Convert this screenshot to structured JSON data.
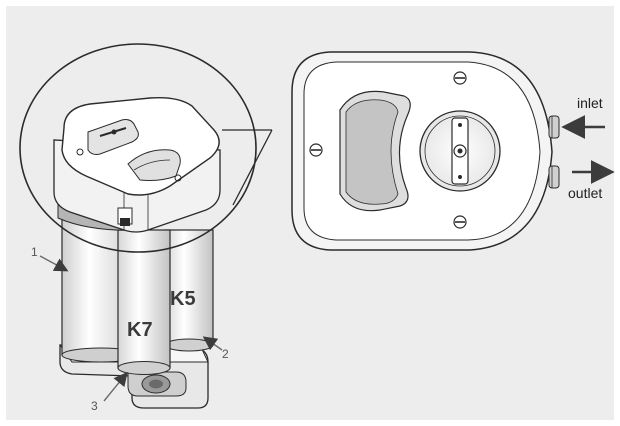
{
  "labels": {
    "inlet": "inlet",
    "outlet": "outlet",
    "k5": "K5",
    "k7": "K7",
    "callout_1": "1",
    "callout_2": "2",
    "callout_3": "3"
  },
  "colors": {
    "background": "#ededed",
    "line": "#2b2b2b",
    "fill_light": "#ffffff",
    "fill_mid": "#d9d9d9",
    "fill_dark": "#9a9a9a",
    "arrow": "#3c3c3c"
  },
  "icons": [
    "right-arrow-icon",
    "right-arrow-icon"
  ]
}
